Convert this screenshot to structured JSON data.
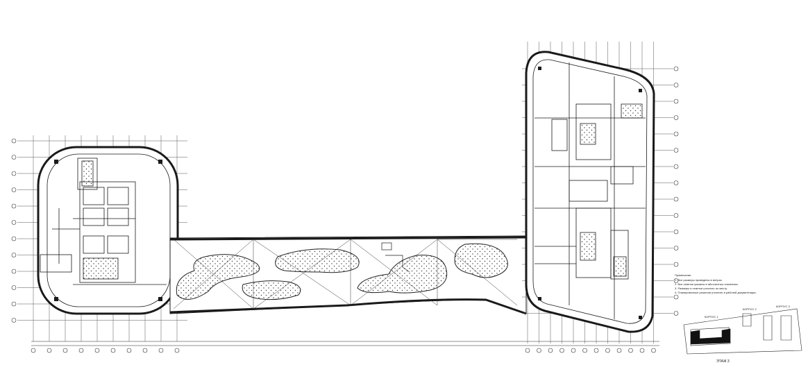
{
  "drawing": {
    "notes_heading": "Примечание:",
    "notes": [
      "1. Все размеры приведены в метрах.",
      "2. Все отметки указаны в абсолютных значениях.",
      "3. Размеры и отметки уточнить по месту.",
      "4. Планировочные решения уточнить в рабочей документации."
    ],
    "key_plan": {
      "labels": [
        "КОРПУС 1",
        "КОРПУС 2",
        "КОРПУС 3"
      ],
      "title": "ЭТАЖ 3"
    }
  },
  "colors": {
    "line": "#1a1a1a",
    "grid": "#444444",
    "hatch": "#333333",
    "fill": "#ffffff",
    "key_fill": "#111111"
  }
}
